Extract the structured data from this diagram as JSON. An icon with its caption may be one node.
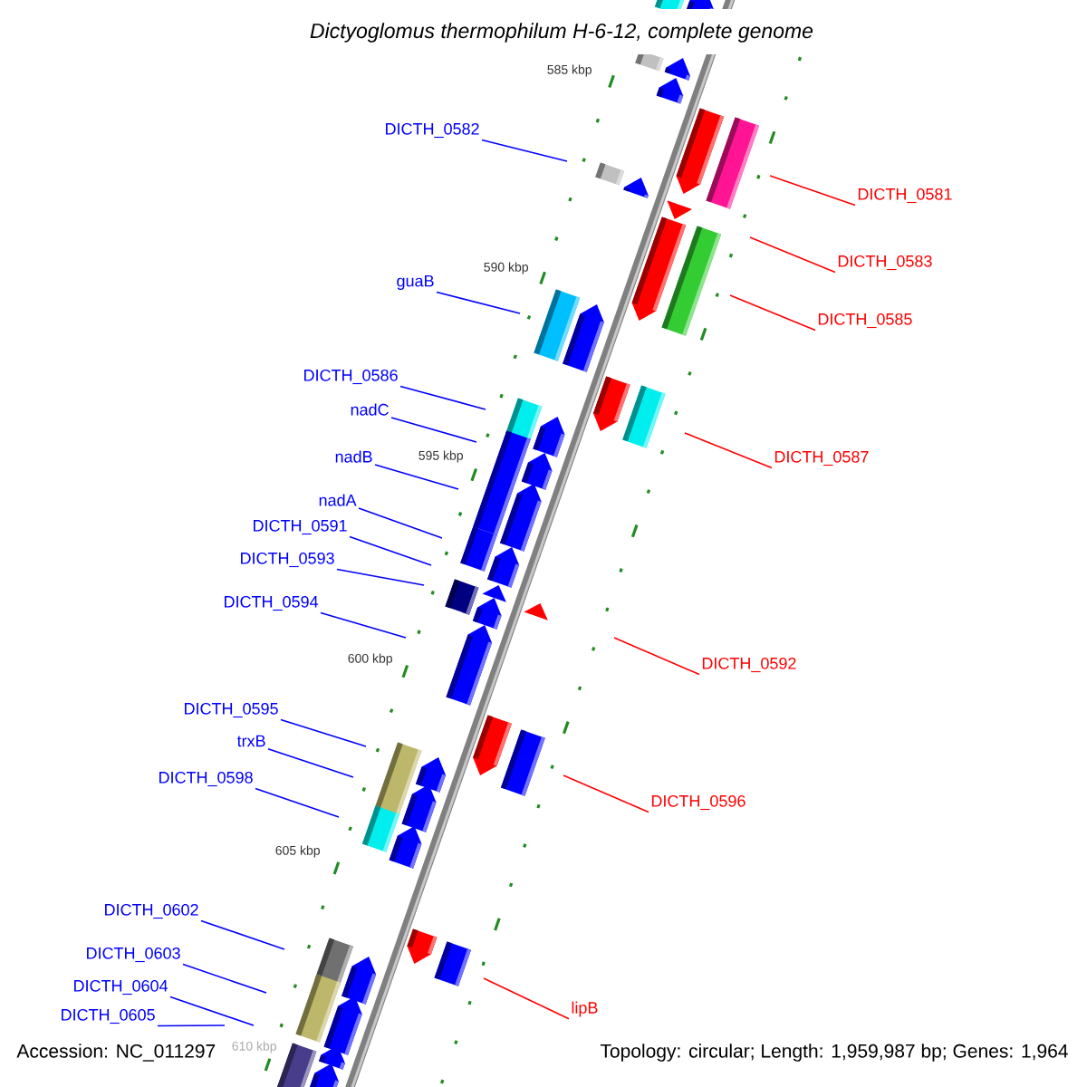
{
  "diagram": {
    "title": "Dictyoglomus thermophilum H-6-12, complete genome",
    "nodes": [
      {
        "text": [
          "DICTH_0582"
        ]
      },
      {
        "text": [
          "DICTH_0581"
        ]
      },
      {
        "text": [
          "DICTH_0583"
        ]
      },
      {
        "text": [
          "guaB"
        ]
      },
      {
        "text": [
          "DICTH_0585"
        ]
      },
      {
        "text": [
          "DICTH_0586"
        ]
      },
      {
        "text": [
          "nadC"
        ]
      },
      {
        "text": [
          "nadB"
        ]
      },
      {
        "text": [
          "DICTH_0587"
        ]
      },
      {
        "text": [
          "nadA"
        ]
      },
      {
        "text": [
          "DICTH_0591"
        ]
      },
      {
        "text": [
          "DICTH_0593"
        ]
      },
      {
        "text": [
          "DICTH_0594"
        ]
      },
      {
        "text": [
          "DICTH_0592"
        ]
      },
      {
        "text": [
          "DICTH_0595"
        ]
      },
      {
        "text": [
          "trxB"
        ]
      },
      {
        "text": [
          "DICTH_0598"
        ]
      },
      {
        "text": [
          "DICTH_0596"
        ]
      },
      {
        "text": [
          "DICTH_0602"
        ]
      },
      {
        "text": [
          "DICTH_0603"
        ]
      },
      {
        "text": [
          "DICTH_0604"
        ]
      },
      {
        "text": [
          "lipB"
        ]
      },
      {
        "text": [
          "DICTH_0605"
        ]
      }
    ],
    "edges": [
      {
        "from": 0,
        "to": null,
        "arrow": "none"
      },
      {
        "from": 1,
        "to": null,
        "arrow": "none",
        "color": "#ff0000"
      },
      {
        "from": 2,
        "to": null,
        "arrow": "none",
        "color": "#ff0000"
      },
      {
        "from": 3,
        "to": null,
        "arrow": "none"
      },
      {
        "from": 4,
        "to": null,
        "arrow": "none",
        "color": "#ff0000"
      },
      {
        "from": 5,
        "to": null,
        "arrow": "none"
      },
      {
        "from": 6,
        "to": null,
        "arrow": "none"
      },
      {
        "from": 7,
        "to": null,
        "arrow": "none"
      },
      {
        "from": 8,
        "to": null,
        "arrow": "none",
        "color": "#ff0000"
      },
      {
        "from": 9,
        "to": null,
        "arrow": "none"
      },
      {
        "from": 10,
        "to": null,
        "arrow": "none"
      },
      {
        "from": 11,
        "to": null,
        "arrow": "none"
      },
      {
        "from": 12,
        "to": null,
        "arrow": "none"
      },
      {
        "from": 13,
        "to": null,
        "arrow": "none",
        "color": "#ff0000"
      },
      {
        "from": 14,
        "to": null,
        "arrow": "none"
      },
      {
        "from": 15,
        "to": null,
        "arrow": "none"
      },
      {
        "from": 16,
        "to": null,
        "arrow": "none"
      },
      {
        "from": 17,
        "to": null,
        "arrow": "none",
        "color": "#ff0000"
      },
      {
        "from": 18,
        "to": null,
        "arrow": "none"
      },
      {
        "from": 19,
        "to": null,
        "arrow": "none"
      },
      {
        "from": 20,
        "to": null,
        "arrow": "none"
      },
      {
        "from": 21,
        "to": null,
        "arrow": "none",
        "color": "#ff0000"
      },
      {
        "from": 22,
        "to": null,
        "arrow": "none"
      }
    ],
    "labels": [
      "585 kbp",
      "590 kbp",
      "595 kbp",
      "600 kbp",
      "605 kbp",
      "610 kbp",
      "Accession: NC_011297",
      "Topology: circular; Length: 1,959,987 bp; Genes: 1,964"
    ]
  }
}
